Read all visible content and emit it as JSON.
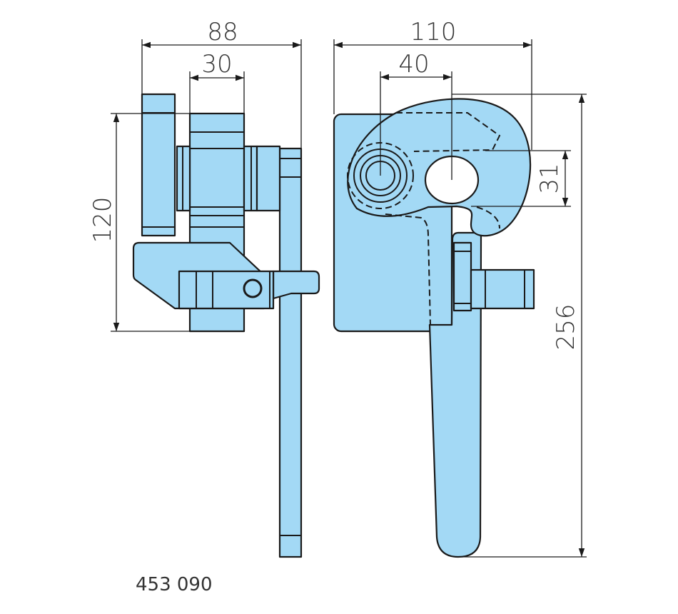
{
  "colors": {
    "fill": "#a3d9f5",
    "line": "#1a1a1a"
  },
  "dimensions": {
    "side_width": "88",
    "side_inner": "30",
    "side_height": "120",
    "front_width": "110",
    "front_pin_offset": "40",
    "front_hole": "31",
    "front_height": "256"
  },
  "part_number": "453 090"
}
